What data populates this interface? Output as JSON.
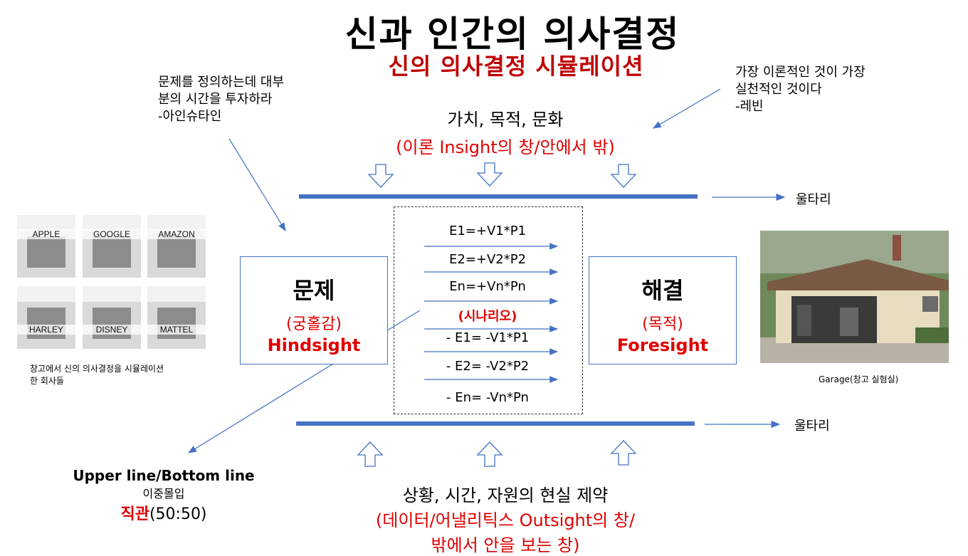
{
  "title": "신과 인간의 의사결정",
  "subtitle": "신의 의사결정 시뮬레이션",
  "quote_left": "문제를 정의하는데 대부\n분의 시간을 투자하라\n-아인슈타인",
  "quote_right": "가장 이론적인 것이 가장\n실천적인 것이다\n-레빈",
  "top_values": "가치, 목적, 문화",
  "top_insight": "(이론 Insight의 창/안에서 밖)",
  "ultari_top": "울타리",
  "ultari_bottom": "울타리",
  "problem": {
    "title": "문제",
    "sub": "(궁홀감)",
    "en": "Hindsight"
  },
  "solution": {
    "title": "해결",
    "sub": "(목적)",
    "en": "Foresight"
  },
  "equations": [
    "E1=+V1*P1",
    "E2=+V2*P2",
    "En=+Vn*Pn",
    "(시나리오)",
    "- E1= -V1*P1",
    "- E2= -V2*P2",
    "- En= -Vn*Pn"
  ],
  "bottom_constraints": "상황, 시간, 자원의 현실 제약",
  "bottom_outsight_1": "(데이터/어낼리틱스 Outsight의 창/",
  "bottom_outsight_2": "밖에서 안을 보는 창)",
  "intuition": {
    "line1": "Upper line/Bottom line",
    "line2": "이중몰입",
    "line3_red": "직관",
    "line3_rest": "(50:50)"
  },
  "left_caption": "창고에서 신의 의사결정을 시뮬레이션\n한 회사들",
  "garage_caption": "Garage(창고 실험실)",
  "companies": [
    "APPLE",
    "GOOGLE",
    "AMAZON",
    "HARLEY",
    "DISNEY",
    "MATTEL"
  ],
  "colors": {
    "accent": "#4472c4",
    "red": "#e00000",
    "dark_red": "#c00000"
  }
}
